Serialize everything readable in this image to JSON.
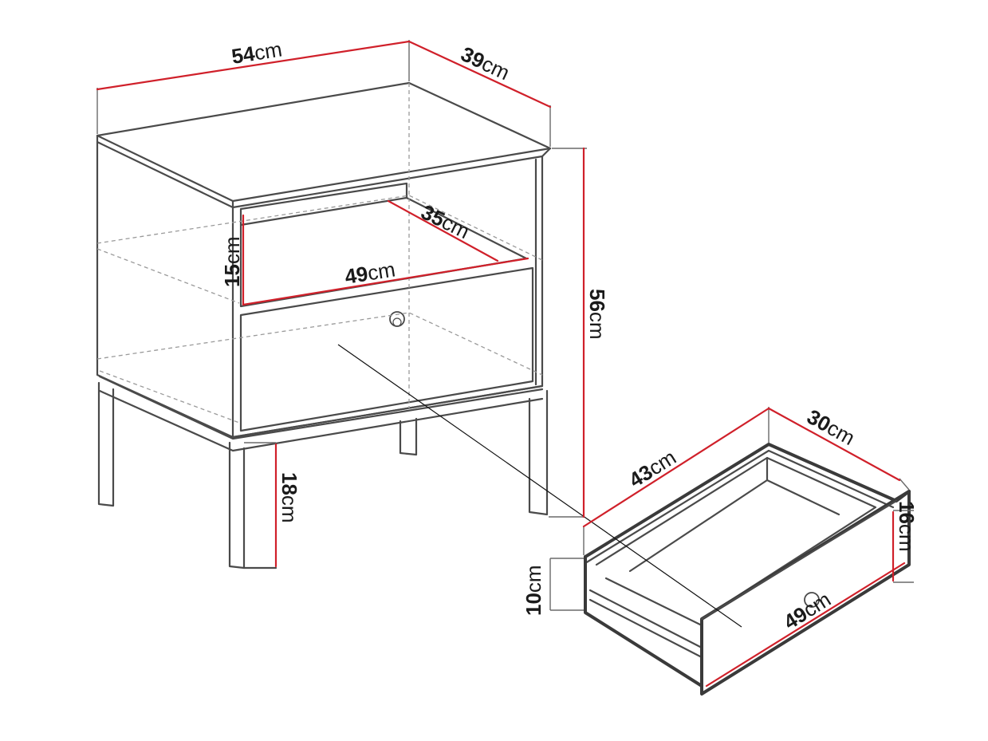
{
  "colors": {
    "dimension_line": "#d0202a",
    "outline": "#4a4a4a",
    "background": "#ffffff"
  },
  "dimensions": {
    "top_width": {
      "value": "54",
      "unit": "cm"
    },
    "top_depth": {
      "value": "39",
      "unit": "cm"
    },
    "total_height": {
      "value": "56",
      "unit": "cm"
    },
    "niche_height": {
      "value": "15",
      "unit": "cm"
    },
    "niche_depth": {
      "value": "35",
      "unit": "cm"
    },
    "niche_width": {
      "value": "49",
      "unit": "cm"
    },
    "leg_height": {
      "value": "18",
      "unit": "cm"
    },
    "drawer_depth": {
      "value": "43",
      "unit": "cm"
    },
    "drawer_width_top": {
      "value": "30",
      "unit": "cm"
    },
    "drawer_front_h": {
      "value": "16",
      "unit": "cm"
    },
    "drawer_side_h": {
      "value": "10",
      "unit": "cm"
    },
    "drawer_width": {
      "value": "49",
      "unit": "cm"
    }
  }
}
